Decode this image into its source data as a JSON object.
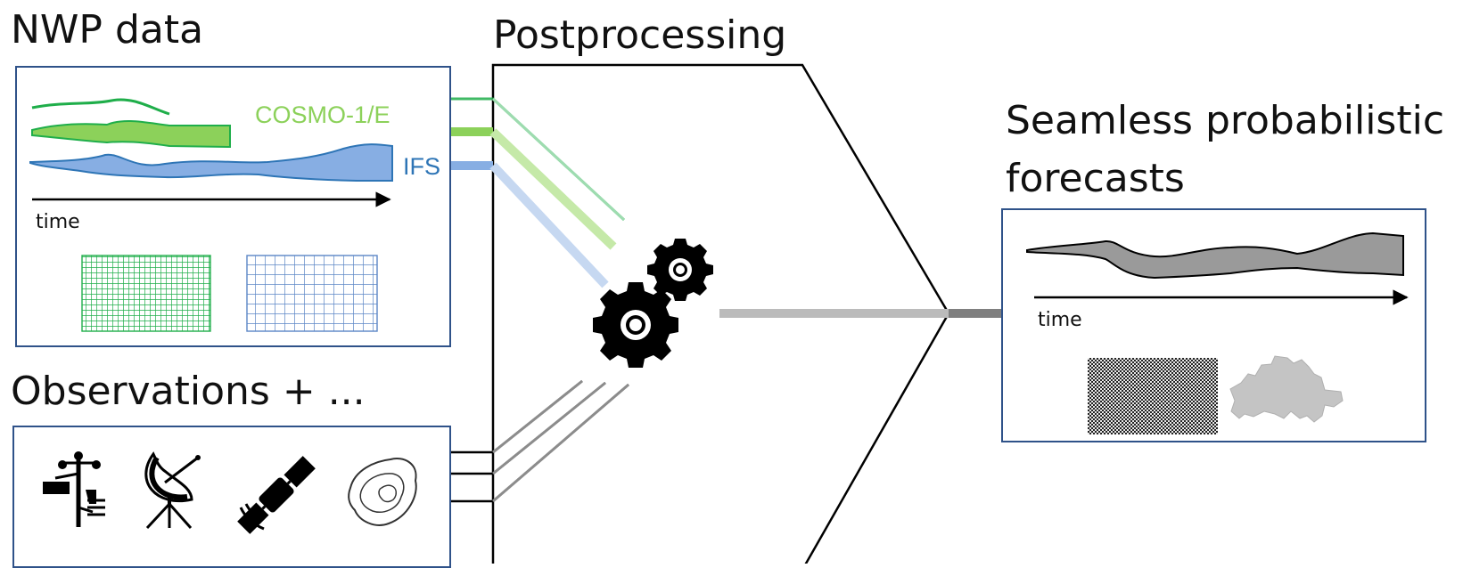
{
  "titles": {
    "nwp": "NWP data",
    "postprocessing": "Postprocessing",
    "observations": "Observations + ...",
    "output_line1": "Seamless probabilistic",
    "output_line2": "forecasts"
  },
  "nwp_box": {
    "cosmo_label": "COSMO-1/E",
    "ifs_label": "IFS",
    "time_label": "time"
  },
  "output_box": {
    "time_label": "time"
  },
  "colors": {
    "cosmo_dark": "#1fae4a",
    "cosmo_light": "#8cd15a",
    "ifs": "#87aee3",
    "ifs_text": "#2e75b6",
    "box_border": "#2f5289",
    "output_gray": "#9a9a9a"
  },
  "icons": [
    "weather-station-icon",
    "radar-dish-icon",
    "satellite-icon",
    "topography-map-icon",
    "gears-icon",
    "switzerland-map-icon"
  ]
}
